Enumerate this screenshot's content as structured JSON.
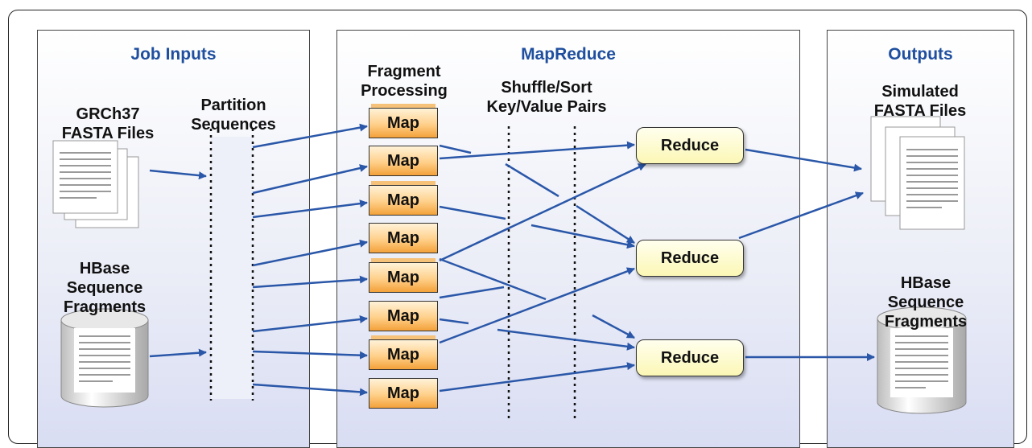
{
  "panels": {
    "inputs": {
      "title": "Job Inputs"
    },
    "mapreduce": {
      "title": "MapReduce"
    },
    "outputs": {
      "title": "Outputs"
    }
  },
  "labels": {
    "grch37": "GRCh37\nFASTA Files",
    "hbase_in": "HBase\nSequence\nFragments",
    "partition": "Partition\nSequences",
    "fragment": "Fragment\nProcessing",
    "shuffle": "Shuffle/Sort\nKey/Value Pairs",
    "simulated": "Simulated\nFASTA Files",
    "hbase_out": "HBase\nSequence\nFragments"
  },
  "map_label": "Map",
  "reduce_label": "Reduce",
  "colors": {
    "title_blue": "#1f4f9e",
    "arrow_blue": "#2a57a8",
    "map_orange": "#f3a13a",
    "reduce_yellow": "#fbf7b5"
  },
  "icons": {
    "fasta_in": "stacked-document-icon",
    "hbase_in": "database-cylinder-icon",
    "fasta_out": "stacked-document-icon",
    "hbase_out": "database-cylinder-icon"
  }
}
